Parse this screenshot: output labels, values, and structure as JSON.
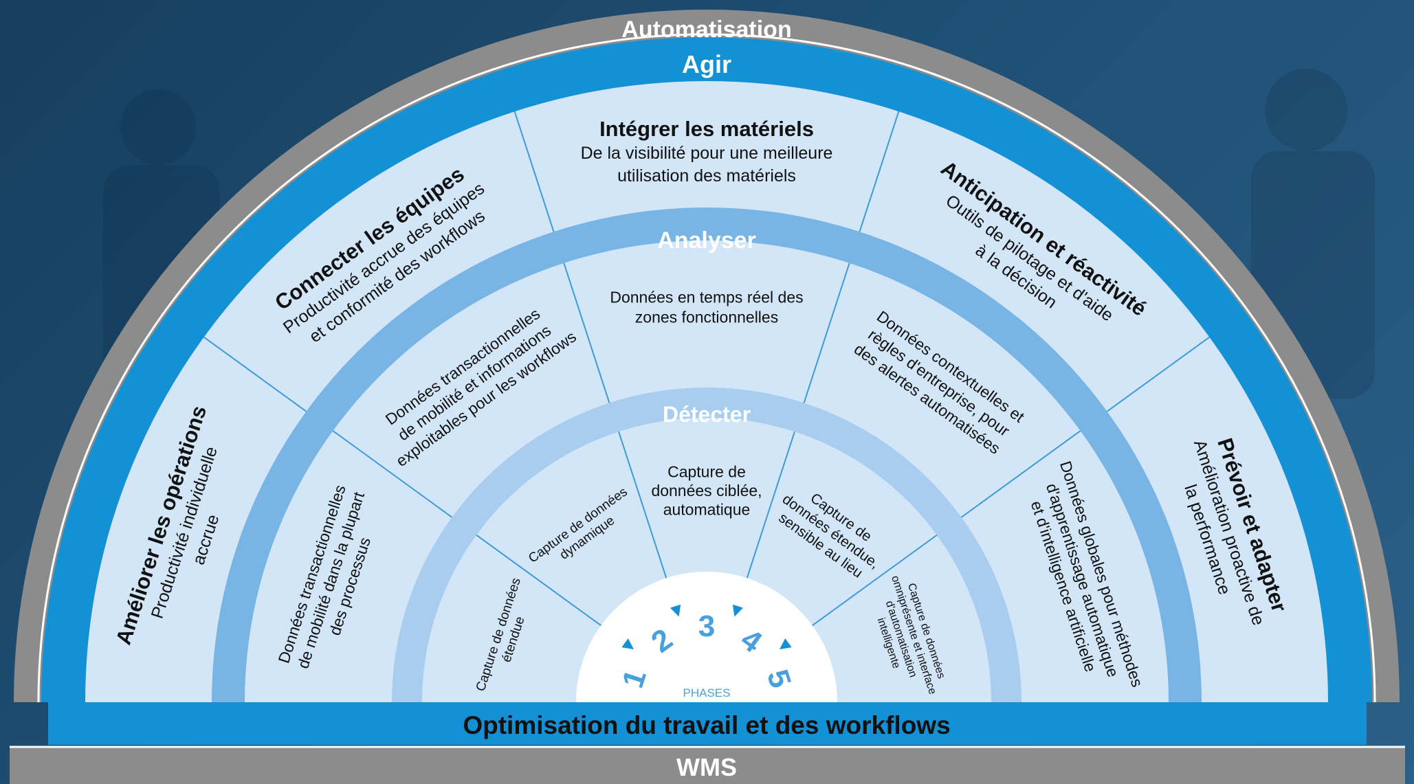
{
  "colors": {
    "outer_ring": "#8c8c8c",
    "outer_ring_light": "#a6a6a6",
    "agir_ring": "#1490d4",
    "analyser_ring": "#78b4e4",
    "detecter_ring": "#a8cdef",
    "panel": "#d2e6f7",
    "line": "#3d9ad9",
    "dark_text": "#111111",
    "white": "#ffffff",
    "phase_text": "#4aa0dc"
  },
  "rings": {
    "outer": "Automatisation",
    "agir": "Agir",
    "analyser": "Analyser",
    "detecter": "Détecter"
  },
  "bottom": {
    "optimisation": "Optimisation du travail et des workflows",
    "wms": "WMS"
  },
  "agir_segments": [
    {
      "title": "Améliorer les opérations",
      "lines": [
        "Productivité individuelle",
        "accrue"
      ]
    },
    {
      "title": "Connecter les équipes",
      "lines": [
        "Productivité accrue des équipes",
        "et conformité des workflows"
      ]
    },
    {
      "title": "Intégrer les matériels",
      "lines": [
        "De la visibilité pour une meilleure",
        "utilisation des matériels"
      ]
    },
    {
      "title": "Anticipation et réactivité",
      "lines": [
        "Outils de pilotage et d'aide",
        "à la décision"
      ]
    },
    {
      "title": "Prévoir et adapter",
      "lines": [
        "Amélioration proactive de",
        "la performance"
      ]
    }
  ],
  "analyser_segments": [
    {
      "lines": [
        "Données transactionnelles",
        "de mobilité dans la plupart",
        "des processus"
      ]
    },
    {
      "lines": [
        "Données transactionnelles",
        "de mobilité et informations",
        "exploitables pour les workflows"
      ]
    },
    {
      "lines": [
        "Données en temps réel des",
        "zones fonctionnelles"
      ]
    },
    {
      "lines": [
        "Données contextuelles et",
        "règles d'entreprise, pour",
        "des alertes automatisées"
      ]
    },
    {
      "lines": [
        "Données globales pour méthodes",
        "d'apprentissage automatique",
        "et d'intelligence artificielle"
      ]
    }
  ],
  "detecter_segments": [
    {
      "lines": [
        "Capture de données",
        "étendue"
      ]
    },
    {
      "lines": [
        "Capture de données",
        "dynamique"
      ]
    },
    {
      "lines": [
        "Capture de",
        "données ciblée,",
        "automatique"
      ]
    },
    {
      "lines": [
        "Capture de",
        "données étendue,",
        "sensible au lieu"
      ]
    },
    {
      "lines": [
        "Capture de données",
        "omniprésente et interface",
        "d'automatisation",
        "intelligente"
      ]
    }
  ],
  "phases": {
    "label": "PHASES",
    "numbers": [
      "1",
      "2",
      "3",
      "4",
      "5"
    ]
  }
}
